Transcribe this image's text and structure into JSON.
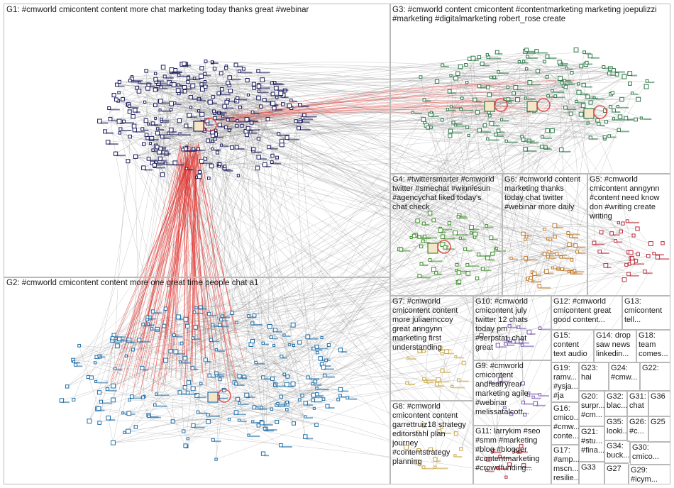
{
  "groups": [
    {
      "id": "G1",
      "label": "G1: #cmworld cmicontent content more chat marketing today thanks great #webinar"
    },
    {
      "id": "G2",
      "label": "G2: #cmworld cmicontent content more one great time people chat a1"
    },
    {
      "id": "G3",
      "label": "G3: #cmworld content cmicontent #contentmarketing marketing joepulizzi\n#marketing #digitalmarketing robert_rose create"
    },
    {
      "id": "G4",
      "label": "G4: #twittersmarter #cmworld\ntwitter #smechat #winniesun\n#agencychat liked today's\nchat check"
    },
    {
      "id": "G6",
      "label": "G6: #cmworld content\nmarketing thanks\ntoday chat twitter\n#webinar more daily"
    },
    {
      "id": "G5",
      "label": "G5: #cmworld\ncmicontent anngynn\n#content need know\ndon #writing create\nwriting"
    },
    {
      "id": "G7",
      "label": "G7: #cmworld\ncmicontent content\nmore juliaemccoy\ngreat anngynn\nmarketing first\nunderstanding"
    },
    {
      "id": "G10",
      "label": "G10: #cmworld\ncmicontent july\ntwitter 12 chats\ntoday pm\n#serpstat_chat\ngreat"
    },
    {
      "id": "G12",
      "label": "G12: #cmworld\ncmicontent great\ngood content..."
    },
    {
      "id": "G13",
      "label": "G13:\ncmicontent\ntell..."
    },
    {
      "id": "G15",
      "label": "G15:\ncontent\ntext audio"
    },
    {
      "id": "G14",
      "label": "G14: drop\nsaw news\nlinkedin..."
    },
    {
      "id": "G18",
      "label": "G18:\nteam\ncomes..."
    },
    {
      "id": "G9",
      "label": "G9: #cmworld\ncmicontent\nandreafryrear\nmarketing agile\n#webinar\nmelissatalcott..."
    },
    {
      "id": "G19",
      "label": "G19:\nramv...\n#ysja...\n#ja"
    },
    {
      "id": "G23",
      "label": "G23:\nhai"
    },
    {
      "id": "G24",
      "label": "G24:\n#cmw..."
    },
    {
      "id": "G22",
      "label": "G22:"
    },
    {
      "id": "G8",
      "label": "G8: #cmworld\ncmicontent content\ngarrettruiz18 strategy\neditorstahl plan\njourney\n#contentstrategy\nplanning"
    },
    {
      "id": "G16",
      "label": "G16:\ncmico...\n#cmw...\nconte..."
    },
    {
      "id": "G20",
      "label": "G20:\nsurpr...\n#cm..."
    },
    {
      "id": "G32",
      "label": "G32:\nblac..."
    },
    {
      "id": "G31",
      "label": "G31:\nchat"
    },
    {
      "id": "G36",
      "label": "G36"
    },
    {
      "id": "G21",
      "label": "G21:\n#stu...\n#fina..."
    },
    {
      "id": "G35",
      "label": "G35:\nlooki..."
    },
    {
      "id": "G26",
      "label": "G26:\n#c..."
    },
    {
      "id": "G25",
      "label": "G25"
    },
    {
      "id": "G11",
      "label": "G11: larrykim #seo\n#smm #marketing\n#blog #blogger\n#contentmarketing\n#crowdfunding..."
    },
    {
      "id": "G17",
      "label": "G17:\n#amp...\nmscn...\nresilie..."
    },
    {
      "id": "G34",
      "label": "G34:\nbuck..."
    },
    {
      "id": "G30",
      "label": "G30:\ncmico..."
    },
    {
      "id": "G33",
      "label": "G33"
    },
    {
      "id": "G27",
      "label": "G27"
    },
    {
      "id": "G29",
      "label": "G29:\n#icym..."
    }
  ],
  "colors": {
    "border": "#b9b9b9",
    "edge": "#8a8a8a",
    "edge_highlight": "#e0302a",
    "node_g1": "#1f1f5e",
    "node_g2": "#1e6fa8",
    "node_g3": "#2f7a4a",
    "node_g4": "#3c8f2a",
    "node_g6": "#c27a2a",
    "node_g5": "#b83040",
    "node_g7": "#c8a640",
    "node_misc": "#7a5ab0"
  }
}
